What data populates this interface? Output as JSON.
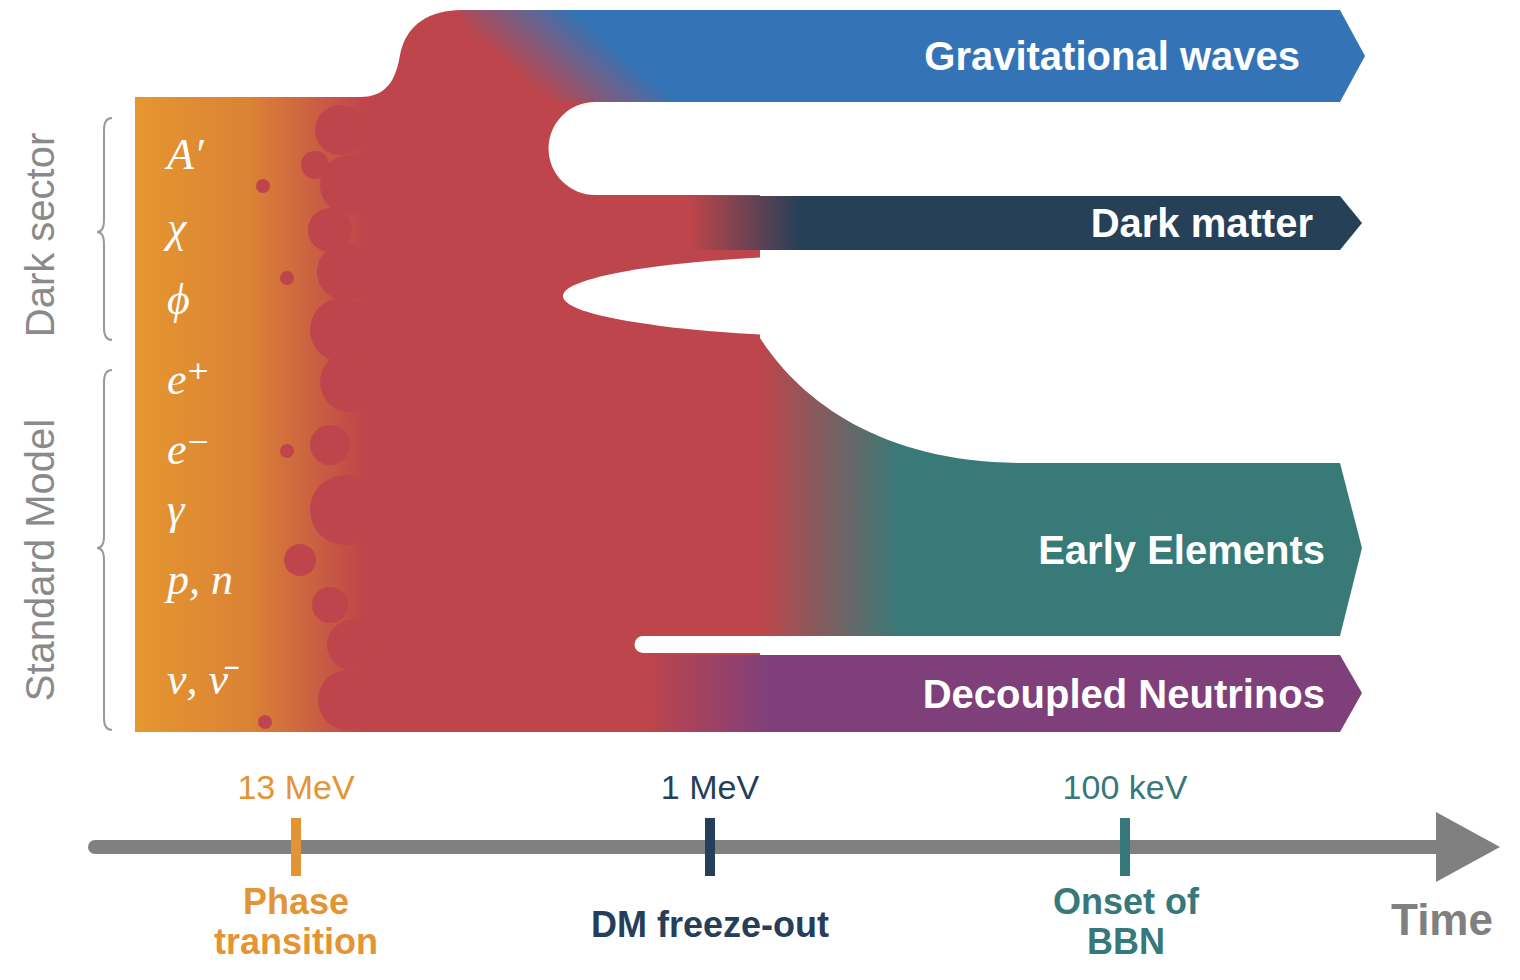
{
  "diagram": {
    "nodes": [
      {
        "text": [
          "A′",
          "χ",
          "ϕ",
          "e⁺",
          "e⁻",
          "γ",
          "p, n",
          "ν, ν̄"
        ]
      },
      {
        "text": [
          "Gravitational waves"
        ]
      },
      {
        "text": [
          "Dark matter"
        ]
      },
      {
        "text": [
          "Early Elements"
        ]
      },
      {
        "text": [
          "Decoupled Neutrinos"
        ]
      }
    ],
    "labels": [
      "Dark sector",
      "Standard Model",
      "13 MeV",
      "Phase transition",
      "1 MeV",
      "DM freeze-out",
      "100 keV",
      "Onset of BBN",
      "Time"
    ]
  }
}
